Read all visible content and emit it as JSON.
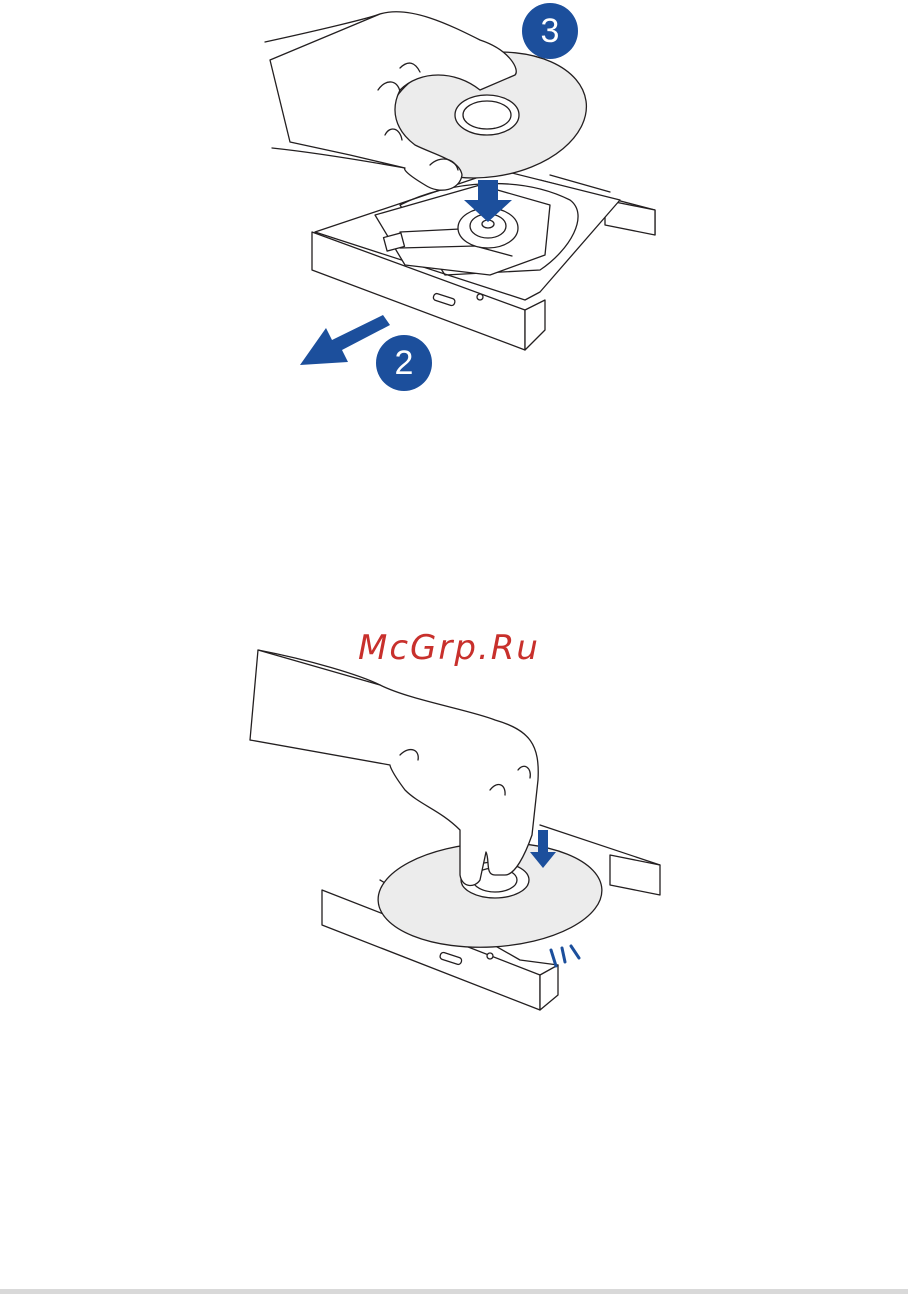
{
  "steps": {
    "top_badge": "3",
    "bottom_badge": "2"
  },
  "watermark": "McGrp.Ru",
  "colors": {
    "accent": "#1c4f9c",
    "watermark": "#c8302c",
    "line": "#231f20",
    "disc": "#ececec"
  },
  "icons": {
    "top_figure": "hand-placing-disc-illustration",
    "bottom_figure": "hand-pressing-disc-illustration"
  }
}
